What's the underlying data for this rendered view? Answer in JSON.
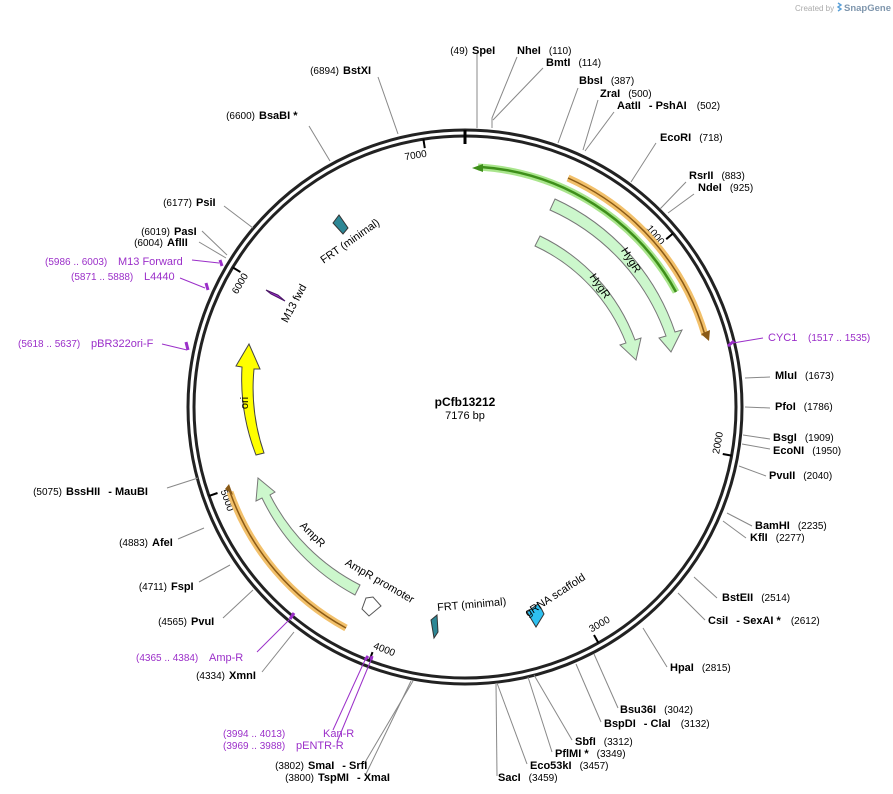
{
  "header": {
    "created_by": "Created by",
    "brand": "SnapGene"
  },
  "plasmid": {
    "name": "pCfb13212",
    "length_label": "7176 bp",
    "length": 7176
  },
  "colors": {
    "backbone": "#222222",
    "hygr": "#ccf7cc",
    "hygr_stroke": "#777777",
    "cyc1": "#f2c06a",
    "green_arrow": "#3e8f1a",
    "ori": "#ffff00",
    "frt": "#2d8795",
    "grna": "#2ec0f0",
    "primer": "#9b2fc9",
    "m13": "#9b2fc9"
  },
  "ticks": [
    {
      "label": "1000",
      "bp": 1000
    },
    {
      "label": "2000",
      "bp": 2000
    },
    {
      "label": "3000",
      "bp": 3000
    },
    {
      "label": "4000",
      "bp": 4000
    },
    {
      "label": "5000",
      "bp": 5000
    },
    {
      "label": "6000",
      "bp": 6000
    },
    {
      "label": "7000",
      "bp": 7000
    }
  ],
  "sites": [
    {
      "name": "SpeI",
      "pos": "(49)"
    },
    {
      "name": "NheI",
      "pos": "(110)"
    },
    {
      "name": "BmtI",
      "pos": "(114)"
    },
    {
      "name": "BbsI",
      "pos": "(387)"
    },
    {
      "name": "ZraI",
      "pos": "(500)"
    },
    {
      "name": "AatII",
      "extra": "-  PshAI",
      "pos": "(502)"
    },
    {
      "name": "EcoRI",
      "pos": "(718)"
    },
    {
      "name": "RsrII",
      "pos": "(883)"
    },
    {
      "name": "NdeI",
      "pos": "(925)"
    },
    {
      "name": "MluI",
      "pos": "(1673)"
    },
    {
      "name": "PfoI",
      "pos": "(1786)"
    },
    {
      "name": "BsgI",
      "pos": "(1909)"
    },
    {
      "name": "EcoNI",
      "pos": "(1950)"
    },
    {
      "name": "PvuII",
      "pos": "(2040)"
    },
    {
      "name": "BamHI",
      "pos": "(2235)"
    },
    {
      "name": "KflI",
      "pos": "(2277)"
    },
    {
      "name": "BstEII",
      "pos": "(2514)"
    },
    {
      "name": "CsiI",
      "extra": "-  SexAI *",
      "pos": "(2612)"
    },
    {
      "name": "HpaI",
      "pos": "(2815)"
    },
    {
      "name": "Bsu36I",
      "pos": "(3042)"
    },
    {
      "name": "BspDI",
      "extra": "-  ClaI",
      "pos": "(3132)"
    },
    {
      "name": "SbfI",
      "pos": "(3312)"
    },
    {
      "name": "PflMI *",
      "pos": "(3349)"
    },
    {
      "name": "Eco53kI",
      "pos": "(3457)"
    },
    {
      "name": "SacI",
      "pos": "(3459)"
    },
    {
      "name": "SmaI",
      "extra": "-  SrfI",
      "pos": "(3802)"
    },
    {
      "name": "TspMI",
      "extra": "-  XmaI",
      "pos": "(3800)"
    },
    {
      "name": "XmnI",
      "pos": "(4334)"
    },
    {
      "name": "PvuI",
      "pos": "(4565)"
    },
    {
      "name": "FspI",
      "pos": "(4711)"
    },
    {
      "name": "AfeI",
      "pos": "(4883)"
    },
    {
      "name": "BssHII",
      "extra": "-  MauBI",
      "pos": "(5075)"
    },
    {
      "name": "AflII",
      "pos": "(6004)"
    },
    {
      "name": "PasI",
      "pos": "(6019)"
    },
    {
      "name": "PsiI",
      "pos": "(6177)"
    },
    {
      "name": "BsaBI *",
      "pos": "(6600)"
    },
    {
      "name": "BstXI",
      "pos": "(6894)"
    }
  ],
  "primers": [
    {
      "name": "CYC1",
      "pos": "(1517 .. 1535)"
    },
    {
      "name": "Amp-R",
      "pos": "(4365 .. 4384)"
    },
    {
      "name": "Kan-R",
      "pos": "(3994 .. 4013)"
    },
    {
      "name": "pENTR-R",
      "pos": "(3969 .. 3988)"
    },
    {
      "name": "pBR322ori-F",
      "pos": "(5618 .. 5637)"
    },
    {
      "name": "L4440",
      "pos": "(5871 .. 5888)"
    },
    {
      "name": "M13 Forward",
      "pos": "(5986 .. 6003)"
    }
  ],
  "features": [
    {
      "name": "HygR"
    },
    {
      "name": "HygR"
    },
    {
      "name": "ori"
    },
    {
      "name": "AmpR"
    },
    {
      "name": "AmpR promoter"
    },
    {
      "name": "FRT (minimal)"
    },
    {
      "name": "FRT (minimal)"
    },
    {
      "name": "gRNA scaffold"
    },
    {
      "name": "M13 fwd"
    }
  ]
}
